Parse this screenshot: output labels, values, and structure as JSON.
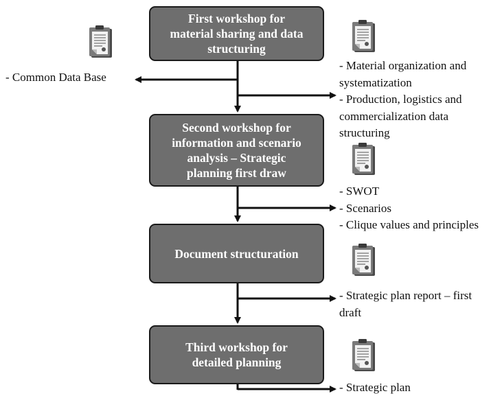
{
  "workshops": [
    {
      "title": "First workshop for\nmaterial sharing  and data\nstructuring"
    },
    {
      "title": "Second workshop for\ninformation and scenario\nanalysis – Strategic\nplanning first draw"
    },
    {
      "title": "Document structuration"
    },
    {
      "title": "Third workshop for\ndetailed planning"
    }
  ],
  "outputs": {
    "left": "- Common Data Base",
    "step1": "- Material organization and\nsystematization\n- Production, logistics and\ncommercialization data\nstructuring",
    "step2": "- SWOT\n- Scenarios\n- Clique values and principles",
    "step3": "- Strategic plan report  – first\ndraft",
    "step4": "- Strategic plan"
  },
  "icons": [
    "document-icon",
    "document-icon",
    "document-icon",
    "document-icon",
    "document-icon",
    "document-icon"
  ]
}
